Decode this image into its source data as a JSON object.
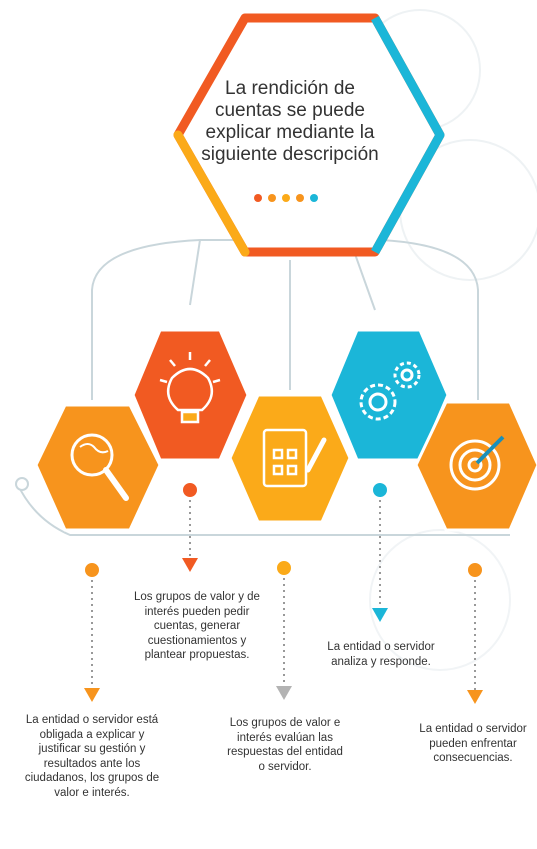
{
  "title": "La rendición de cuentas se puede explicar mediante la siguiente descripción",
  "colors": {
    "orange": "#F7941D",
    "dark_orange": "#F15A22",
    "amber": "#FBAA19",
    "cyan": "#1BB6D8",
    "gray": "#B3B3B3",
    "line": "#C9D6DB",
    "text": "#333333"
  },
  "steps": [
    {
      "icon": "magnifier-globe-icon",
      "color": "#F7941D",
      "text": "La entidad o servidor está obligada a explicar y justificar su gestión y resultados ante los ciudadanos, los grupos de valor e interés."
    },
    {
      "icon": "lightbulb-icon",
      "color": "#F15A22",
      "text": "Los grupos de valor y de interés pueden pedir cuentas, generar cuestionamientos y plantear propuestas."
    },
    {
      "icon": "clipboard-pencil-icon",
      "color": "#FBAA19",
      "text": "Los grupos de valor e interés evalúan las respuestas del entidad o servidor."
    },
    {
      "icon": "gears-icon",
      "color": "#1BB6D8",
      "text": "La entidad o servidor analiza y responde."
    },
    {
      "icon": "target-arrow-icon",
      "color": "#F7941D",
      "text": "La entidad o servidor pueden enfrentar consecuencias."
    }
  ]
}
